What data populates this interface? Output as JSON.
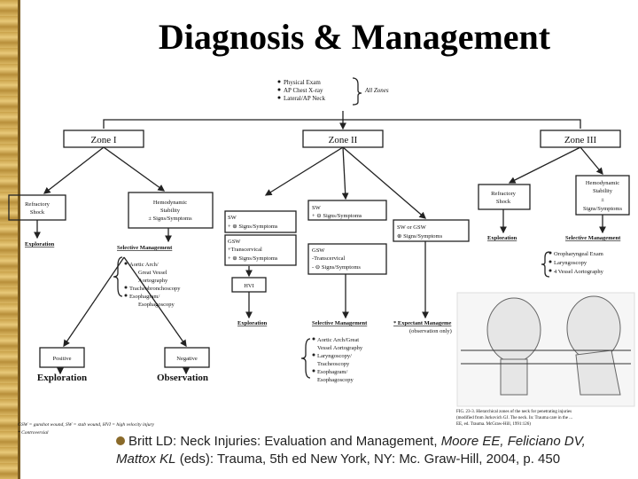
{
  "slide": {
    "title": "Diagnosis & Management",
    "citation_line1": "Britt LD: Neck Injuries: Evaluation and Management, ",
    "citation_authors": "Moore EE, Feliciano DV,",
    "citation_line2a": "Mattox KL",
    "citation_line2b": " (eds): Trauma, 5th ed New York, NY: Mc. Graw-Hill, 2004, p. 450"
  },
  "diagram": {
    "top_list": [
      "Physical Exam",
      "AP Chest X-ray",
      "Lateral/AP Neck"
    ],
    "top_list_label": "All Zones",
    "zone1": "Zone I",
    "zone2": "Zone II",
    "zone3": "Zone III",
    "refractory_shock": [
      "Refractory",
      "Shock"
    ],
    "exploration": "Exploration",
    "hemo1": [
      "Hemodynamic",
      "Stability",
      "± Signs/Symptoms"
    ],
    "selective_management": "Selective Management",
    "z1_items": [
      "Aortic Arch/",
      "Great Vessel",
      "Aortography",
      "Tracheobronchoscopy",
      "Esophagram/",
      "Esophagoscopy"
    ],
    "positive": "Positive",
    "negative": "Negative",
    "exploration_big": "Exploration",
    "observation_big": "Observation",
    "sw_box": [
      "SW",
      "+ ⊖ Signs/Symptoms"
    ],
    "sw_left": [
      "SW",
      "+ ⊕ Signs/Symptoms"
    ],
    "gsw_left": [
      "GSW",
      "+Transcervical",
      "+ ⊕ Signs/Symptoms"
    ],
    "hvi": "HVI",
    "gsw_mid": [
      "GSW",
      "-Transcervical",
      "- ⊖ Signs/Symptoms"
    ],
    "sw_gsw": [
      "SW or GSW",
      "⊕ Signs/Symptoms"
    ],
    "expectant": "* Expectant Manageme",
    "observation_only": "(observation only)",
    "z2_items": [
      "Aortic Arch/Great",
      "Vessel Aortography",
      "Laryngoscopy/",
      "Tracheoscopy",
      "Esophagram/",
      "Esophagoscopy"
    ],
    "refractory_shock3": [
      "Refractory",
      "Shock"
    ],
    "hemo3": [
      "Hemodynamic",
      "Stability",
      "±",
      "Signs/Symptoms"
    ],
    "z3_items": [
      "Oropharyngeal Exam",
      "Laryngoscopy",
      "4 Vessel Aortography"
    ],
    "footnote1": "GSW = gunshot wound, SW = stab wound, HVI = high velocity injury",
    "footnote2": "* Controversial",
    "fig_caption": [
      "FIG. 23-3. Hierarchical zones of the neck for penetrating injuries",
      "(modified from Jurkovich GJ. The neck. In: Trauma care in the ...",
      "EE, ed. Trauma. McGraw-Hill, 1991:126)"
    ]
  },
  "colors": {
    "band": "#d4b062",
    "line": "#222222"
  }
}
